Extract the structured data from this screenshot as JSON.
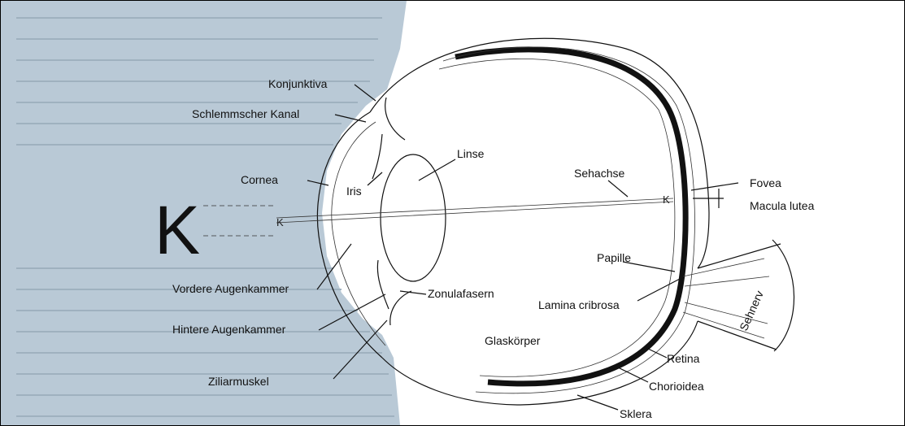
{
  "diagram": {
    "big_letter": "K",
    "small_letter": "K",
    "retina_mark": "K",
    "labels": {
      "konjunktiva": "Konjunktiva",
      "schlemm": "Schlemmscher Kanal",
      "cornea": "Cornea",
      "iris": "Iris",
      "linse": "Linse",
      "sehachse": "Sehachse",
      "fovea": "Fovea",
      "macula": "Macula lutea",
      "papille": "Papille",
      "sehnerv": "Sehnerv",
      "vordere": "Vordere Augenkammer",
      "zonula": "Zonulafasern",
      "lamina": "Lamina cribrosa",
      "hintere": "Hintere Augenkammer",
      "glaskoerper": "Glaskörper",
      "retina": "Retina",
      "ziliar": "Ziliarmuskel",
      "chorioidea": "Chorioidea",
      "sklera": "Sklera"
    },
    "colors": {
      "book_page": "#b9c9d6",
      "ink": "#111111",
      "paper": "#ffffff"
    }
  }
}
